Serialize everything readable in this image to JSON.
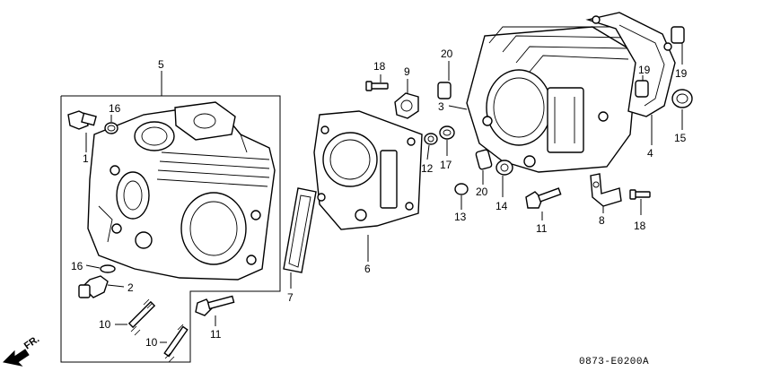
{
  "diagram": {
    "direction_label": "FR.",
    "drawing_code": "0873-E0200A",
    "callouts": {
      "c1": "1",
      "c2": "2",
      "c3": "3",
      "c4": "4",
      "c5": "5",
      "c6": "6",
      "c7": "7",
      "c8": "8",
      "c9": "9",
      "c10a": "10",
      "c10b": "10",
      "c11a": "11",
      "c11b": "11",
      "c12": "12",
      "c13": "13",
      "c14": "14",
      "c15": "15",
      "c16a": "16",
      "c16b": "16",
      "c17": "17",
      "c18a": "18",
      "c18b": "18",
      "c19a": "19",
      "c19b": "19",
      "c20a": "20",
      "c20b": "20"
    }
  }
}
